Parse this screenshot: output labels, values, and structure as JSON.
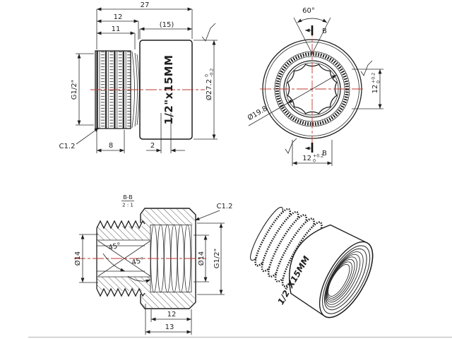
{
  "colors": {
    "line": "#1f1f1f",
    "centerline_red": "#c23a31",
    "hatch": "#3a3a3a",
    "frame_gray": "#c8c8c8",
    "background": "#ffffff"
  },
  "side_view": {
    "dim_27": "27",
    "dim_12": "12",
    "dim_11": "11",
    "dim_15": "(15)",
    "thread_spec": "G1/2\"",
    "chamfer": "C1.2",
    "dim_8": "8",
    "dim_2": "2",
    "dia_main": "Ø27.2",
    "dia_tol_hi": "0",
    "dia_tol_lo": "-0.2",
    "engraving": "1/2\"x15MM"
  },
  "front_view": {
    "angle": "60°",
    "section_label": "B",
    "dia_socket": "Ø19.8",
    "across": "12",
    "across_tol_hi": "+0.2",
    "across_tol_lo": "0"
  },
  "section_view": {
    "title": "B-B",
    "scale": "2 : 1",
    "chamfer": "C1.2",
    "dia_left": "Ø14",
    "dia_right": "Ø14",
    "thread": "G1/2\"",
    "angle_a": "45°",
    "angle_b": "45°",
    "dim_12": "12",
    "dim_13": "13"
  },
  "iso_view": {
    "engraving": "1/2\"X15MM"
  }
}
